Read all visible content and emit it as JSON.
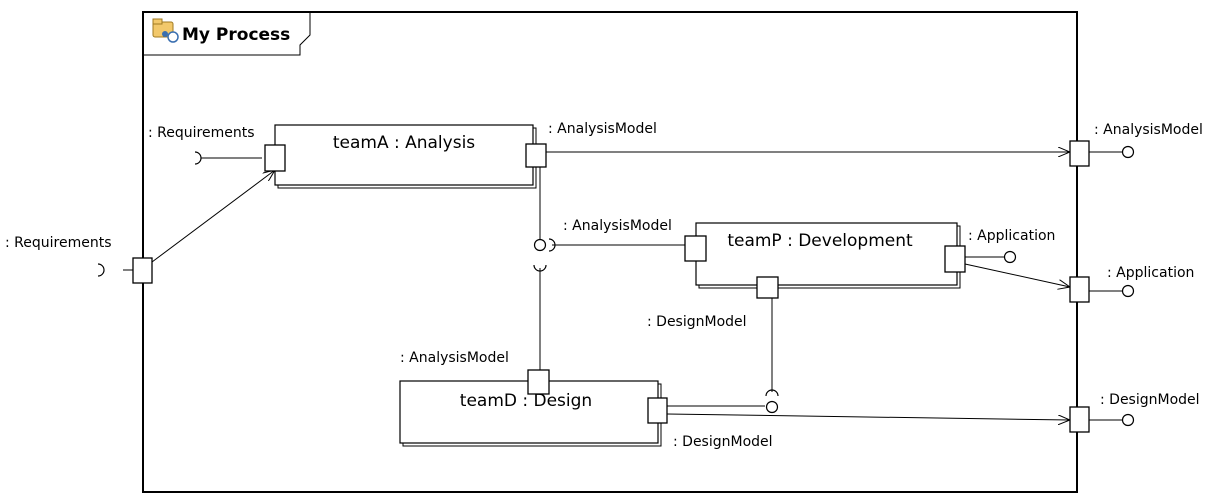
{
  "frame": {
    "title": "My Process",
    "icon": "process-icon"
  },
  "parts": {
    "teamA": "teamA : Analysis",
    "teamP": "teamP : Development",
    "teamD": "teamD : Design"
  },
  "labels": {
    "ext_requirements": ": Requirements",
    "teamA_in_requirements": ": Requirements",
    "teamA_out_analysis": ": AnalysisModel",
    "out_analysis": ": AnalysisModel",
    "teamP_in_analysis": ": AnalysisModel",
    "teamP_out_application": ": Application",
    "out_application": ": Application",
    "teamP_out_design": ": DesignModel",
    "teamD_in_analysis": ": AnalysisModel",
    "teamD_out_design": ": DesignModel",
    "out_design": ": DesignModel"
  },
  "colors": {
    "stroke": "#000000",
    "icon_fill": "#f2c86b",
    "icon_accent": "#3a6fb0"
  }
}
